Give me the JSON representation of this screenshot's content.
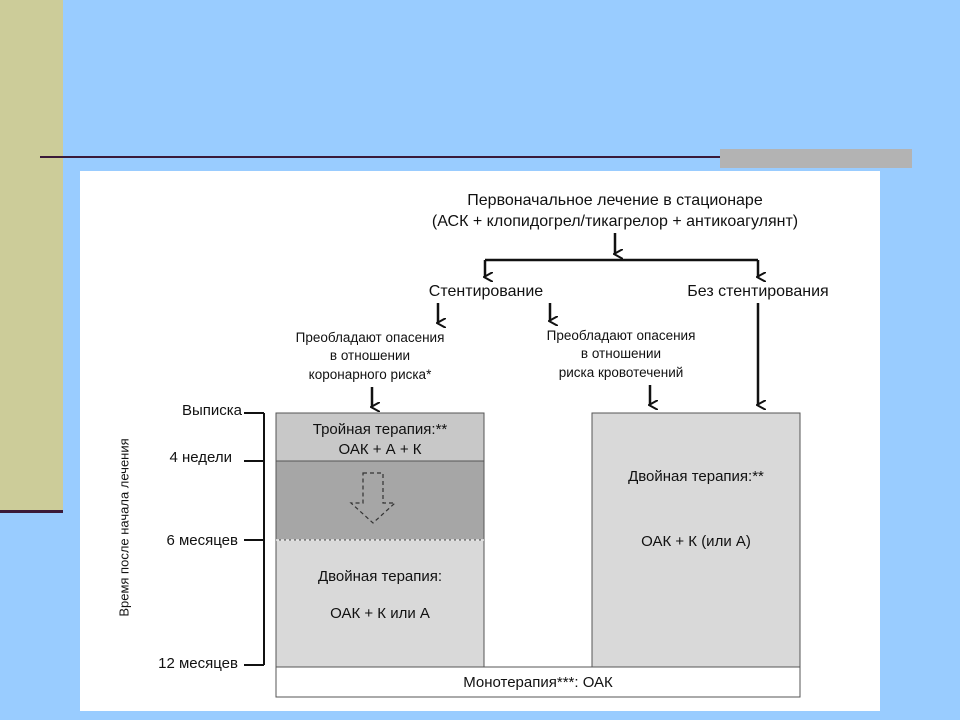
{
  "slide": {
    "colors": {
      "background": "#99ccff",
      "left_stripe": "#cccc99",
      "rule": "#3a1a3a",
      "accent_bar": "#b3b3b3",
      "panel": "#ffffff",
      "triple_box": "#c8c8c8",
      "transition_box": "#a6a6a6",
      "dual_box": "#d9d9d9",
      "mono_box": "#ffffff"
    }
  },
  "diagram": {
    "top": {
      "line1": "Первоначальное лечение в стационаре",
      "line2": "(АСК + клопидогрел/тикагрелор + антикоагулянт)"
    },
    "branches": {
      "stenting": "Стентирование",
      "no_stenting": "Без стентирования"
    },
    "concerns": {
      "coronary": [
        "Преобладают опасения",
        "в отношении",
        "коронарного риска*"
      ],
      "bleeding": [
        "Преобладают опасения",
        "в отношении",
        "риска кровотечений"
      ]
    },
    "timeline": {
      "axis_label": "Время после начала лечения",
      "ticks": [
        "Выписка",
        "4 недели",
        "6 месяцев",
        "12 месяцев"
      ]
    },
    "boxes": {
      "triple": {
        "title": "Тройная терапия:**",
        "regimen": "ОАК + А + К"
      },
      "dual_left": {
        "title": "Двойная терапия:",
        "regimen": "ОАК + К или А"
      },
      "dual_right": {
        "title": "Двойная терапия:**",
        "regimen": "ОАК + К (или А)"
      },
      "mono": "Монотерапия***: ОАК"
    }
  }
}
